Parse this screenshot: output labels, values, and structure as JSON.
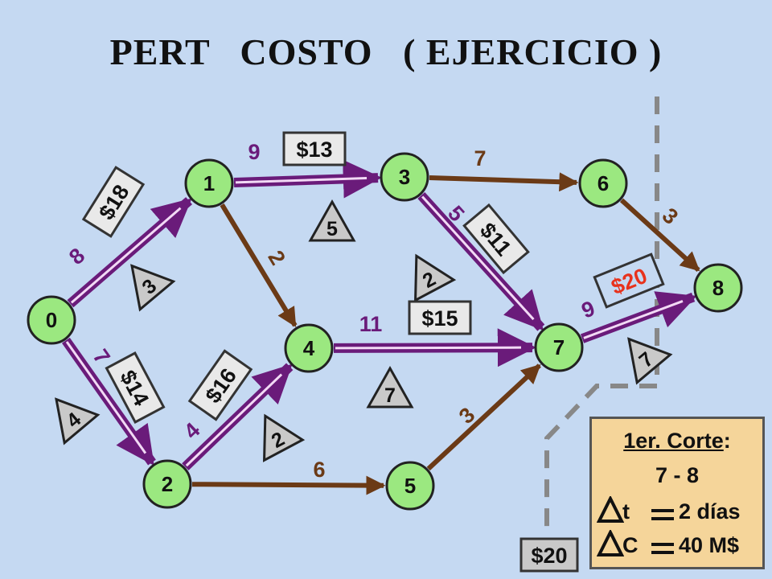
{
  "title": "PERT   COSTO   ( EJERCICIO )",
  "colors": {
    "background": "#c5d9f2",
    "node_fill": "#9be880",
    "node_stroke": "#222222",
    "critical_edge": "#6a1b7a",
    "normal_edge": "#6b3a16",
    "label_purple": "#6a1b7a",
    "label_brown": "#6b3a16",
    "red_cost": "#e8321c",
    "dashed_cut": "#888888"
  },
  "nodes": [
    {
      "id": "0",
      "label": "0"
    },
    {
      "id": "1",
      "label": "1"
    },
    {
      "id": "2",
      "label": "2"
    },
    {
      "id": "3",
      "label": "3"
    },
    {
      "id": "4",
      "label": "4"
    },
    {
      "id": "5",
      "label": "5"
    },
    {
      "id": "6",
      "label": "6"
    },
    {
      "id": "7",
      "label": "7"
    },
    {
      "id": "8",
      "label": "8"
    }
  ],
  "edges": [
    {
      "from": "0",
      "to": "1",
      "duration": "8",
      "critical": true,
      "cost": "$18",
      "reduction": "3"
    },
    {
      "from": "0",
      "to": "2",
      "duration": "7",
      "critical": true,
      "cost": "$14",
      "reduction": "4"
    },
    {
      "from": "1",
      "to": "3",
      "duration": "9",
      "critical": true,
      "cost": "$13",
      "reduction": "5"
    },
    {
      "from": "1",
      "to": "4",
      "duration": "2",
      "critical": false
    },
    {
      "from": "2",
      "to": "4",
      "duration": "4",
      "critical": true,
      "cost": "$16",
      "reduction": "2"
    },
    {
      "from": "2",
      "to": "5",
      "duration": "6",
      "critical": false
    },
    {
      "from": "3",
      "to": "6",
      "duration": "7",
      "critical": false
    },
    {
      "from": "3",
      "to": "7",
      "duration": "5",
      "critical": true,
      "cost": "$11",
      "reduction": "2"
    },
    {
      "from": "4",
      "to": "7",
      "duration": "11",
      "critical": true,
      "cost": "$15",
      "reduction": "7"
    },
    {
      "from": "5",
      "to": "7",
      "duration": "3",
      "critical": false
    },
    {
      "from": "6",
      "to": "8",
      "duration": "3",
      "critical": false
    },
    {
      "from": "7",
      "to": "8",
      "duration": "9",
      "critical": true,
      "cost": "$20",
      "reduction": "7"
    }
  ],
  "cut_cost_label": "$20",
  "cut_box": {
    "title": "1er. Corte",
    "title_suffix": ":",
    "arc": "7 - 8",
    "delta_t_letter": "t",
    "delta_t_value": "2 días",
    "delta_c_letter": "C",
    "delta_c_value": "40 M$"
  }
}
